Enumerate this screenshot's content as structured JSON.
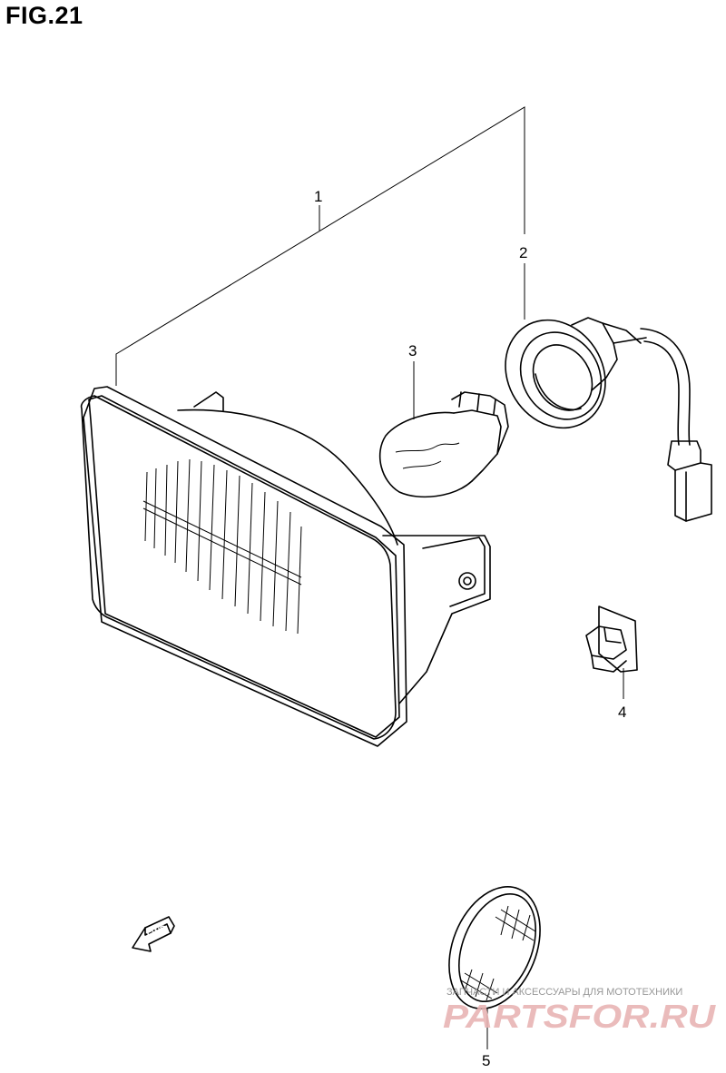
{
  "figure": {
    "title": "FIG.21"
  },
  "callouts": [
    {
      "number": "1",
      "part": "headlamp-assembly"
    },
    {
      "number": "2",
      "part": "bulb-socket"
    },
    {
      "number": "3",
      "part": "bulb"
    },
    {
      "number": "4",
      "part": "clamp"
    },
    {
      "number": "5",
      "part": "reflector"
    }
  ],
  "direction_marker": {
    "label": "FWD"
  },
  "watermark": {
    "caption": "ЗАПЧАСТИ И АКСЕССУАРЫ ДЛЯ МОТОТЕХНИКИ",
    "logo_text": "PARTSFOR.RU",
    "color": "#e8b4b4"
  }
}
